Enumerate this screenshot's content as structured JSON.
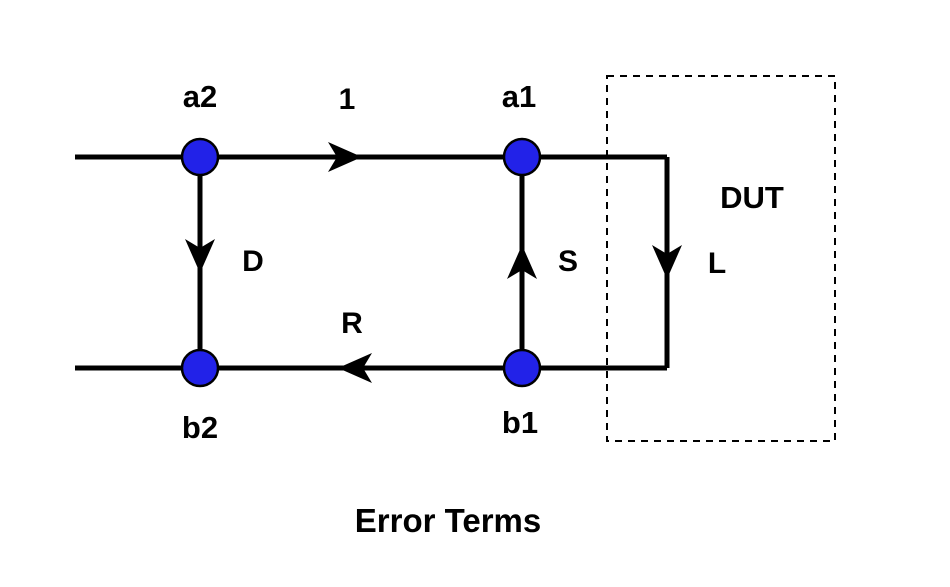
{
  "figure": {
    "type": "signal-flow-graph",
    "title": "Error Terms",
    "dut_box_label": "DUT",
    "nodes": [
      {
        "id": "a2",
        "label": "a2",
        "position": "top-left"
      },
      {
        "id": "a1",
        "label": "a1",
        "position": "top-right"
      },
      {
        "id": "b2",
        "label": "b2",
        "position": "bottom-left"
      },
      {
        "id": "b1",
        "label": "b1",
        "position": "bottom-right"
      }
    ],
    "edges": [
      {
        "label": "1",
        "from": "a2",
        "to": "a1",
        "direction": "right"
      },
      {
        "label": "D",
        "from": "a2",
        "to": "b2",
        "direction": "down"
      },
      {
        "label": "S",
        "from": "b1",
        "to": "a1",
        "direction": "up"
      },
      {
        "label": "L",
        "from": "a1",
        "to": "b1",
        "direction": "down-through-DUT"
      },
      {
        "label": "R",
        "from": "b1",
        "to": "b2",
        "direction": "left"
      }
    ],
    "colors": {
      "node_fill": "#2222E8",
      "line": "#000000",
      "text": "#000000"
    }
  }
}
